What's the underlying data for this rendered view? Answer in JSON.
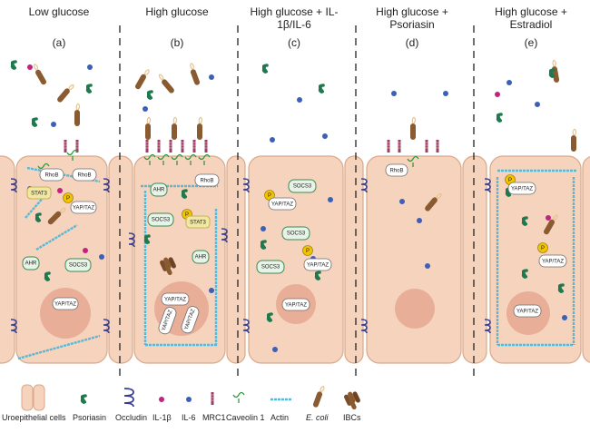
{
  "panels": [
    {
      "title": "Low glucose",
      "label": "(a)"
    },
    {
      "title": "High glucose",
      "label": "(b)"
    },
    {
      "title": "High glucose + IL-1β/IL-6",
      "label": "(c)"
    },
    {
      "title": "High glucose + Psoriasin",
      "label": "(d)"
    },
    {
      "title": "High glucose + Estradiol",
      "label": "(e)"
    }
  ],
  "proteins": {
    "rhob": "RhoB",
    "stat3": "STAT3",
    "yaptaz": "YAP/TAZ",
    "ahr": "AHR",
    "socs3": "SOCS3",
    "p": "P"
  },
  "legend": {
    "uroepithelial": "Uroepithelial cells",
    "psoriasin": "Psoriasin",
    "occludin": "Occludin",
    "il1b": "IL-1β",
    "il6": "IL-6",
    "mrc1": "MRC1",
    "caveolin": "Caveolin 1",
    "actin": "Actin",
    "ecoli": "E. coli",
    "ibcs": "IBCs"
  },
  "colors": {
    "cell_fill": "#f6d3bd",
    "cell_stroke": "#d8a98a",
    "nucleus": "#e8ae98",
    "psoriasin": "#1e7a4e",
    "il1b": "#c2237d",
    "il6": "#3c5fb8",
    "mrc1": "#9b3c6b",
    "caveolin": "#2f9a3c",
    "actin": "#58b8d6",
    "ecoli": "#8a5a30",
    "occludin": "#3a3f8f",
    "phospho": "#f2c400",
    "protein_stroke": "#3d8a55"
  }
}
